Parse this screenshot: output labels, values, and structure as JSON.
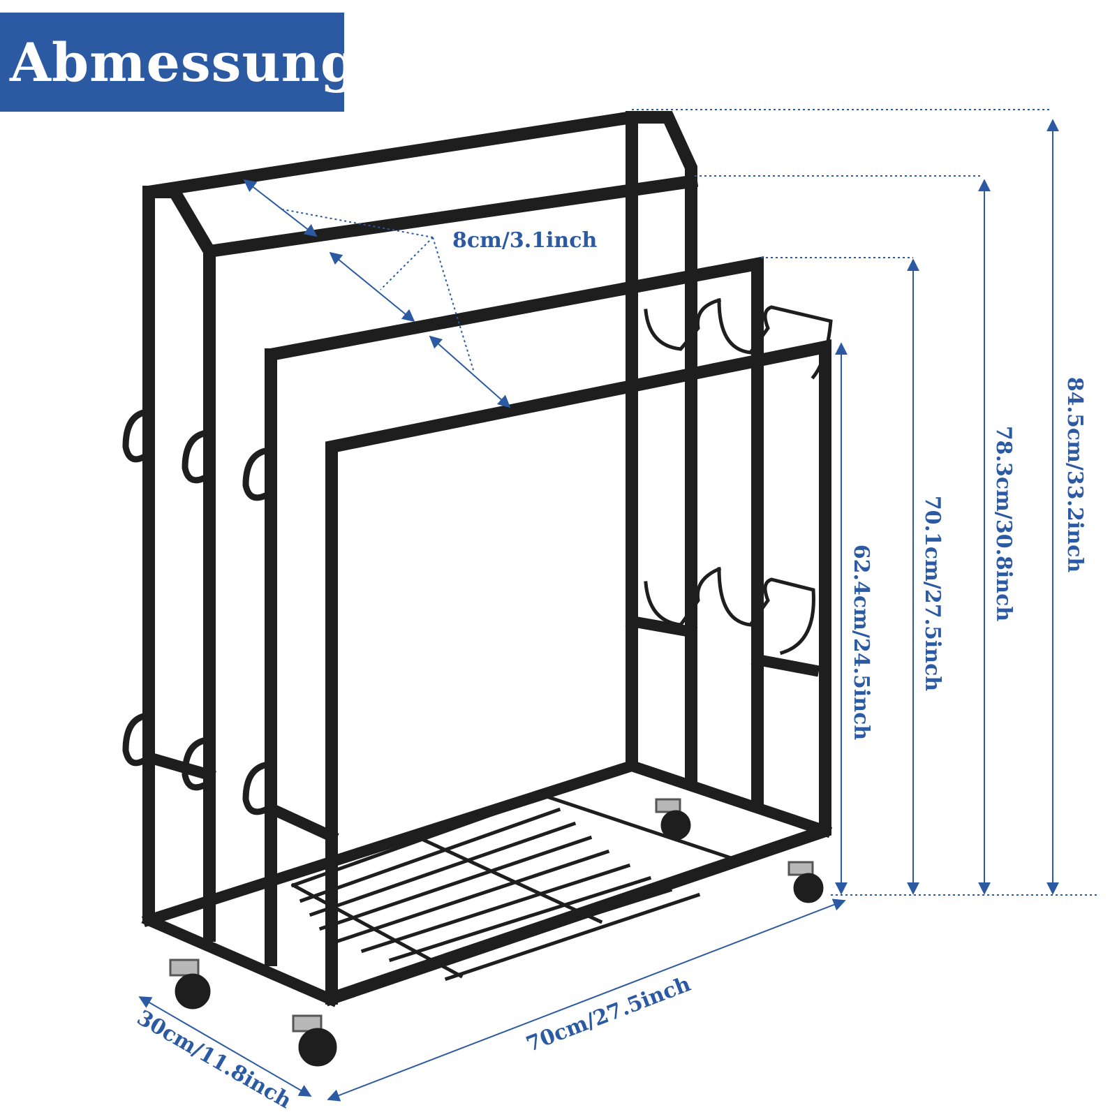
{
  "title": "Abmessung",
  "colors": {
    "accent": "#2b5aa3",
    "frame": "#1e1e1e",
    "background": "#ffffff"
  },
  "dimensions": {
    "height_total": "84.5cm/33.2inch",
    "height_back": "78.3cm/30.8inch",
    "height_middle": "70.1cm/27.5inch",
    "height_front": "62.4cm/24.5inch",
    "spacing": "8cm/3.1inch",
    "width": "70cm/27.5inch",
    "depth": "30cm/11.8inch"
  }
}
